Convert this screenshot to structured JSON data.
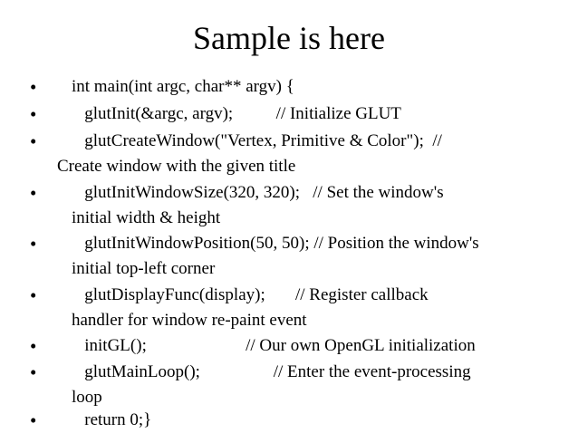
{
  "slide": {
    "title": "Sample is here",
    "bullet_glyph": "•",
    "bullets": [
      {
        "line1": "int main(int argc, char** argv) {",
        "line2": ""
      },
      {
        "line1": "   glutInit(&argc, argv);          // Initialize GLUT",
        "line2": ""
      },
      {
        "line1": "   glutCreateWindow(\"Vertex, Primitive & Color\");  //",
        "line2": "Create window with the given title"
      },
      {
        "line1": "   glutInitWindowSize(320, 320);   // Set the window's",
        "line2": "initial width & height"
      },
      {
        "line1": "   glutInitWindowPosition(50, 50); // Position the window's",
        "line2": "initial top-left corner"
      },
      {
        "line1": "   glutDisplayFunc(display);       // Register callback",
        "line2": "handler for window re-paint event"
      },
      {
        "line1": "   initGL();                       // Our own OpenGL initialization",
        "line2": ""
      },
      {
        "line1": "   glutMainLoop();                 // Enter the event-processing",
        "line2": "loop"
      },
      {
        "line1": "   return 0;}",
        "line2": ""
      }
    ]
  }
}
